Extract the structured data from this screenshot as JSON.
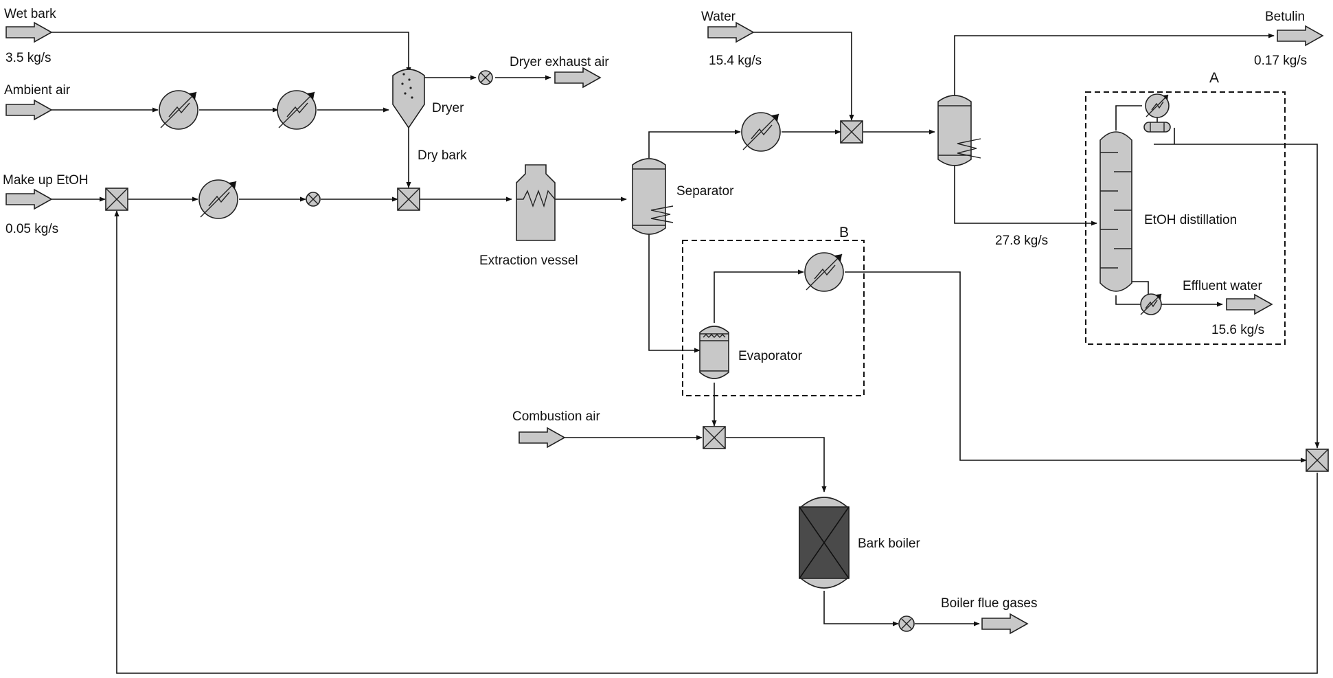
{
  "colors": {
    "line": "#111111",
    "equipment": "#c8c8c8",
    "boiler": "#4a4a4a",
    "background": "#ffffff"
  },
  "streams": {
    "wet_bark": {
      "label": "Wet bark",
      "flow": "3.5 kg/s"
    },
    "ambient_air": {
      "label": "Ambient air"
    },
    "make_up_etoh": {
      "label": "Make up EtOH",
      "flow": "0.05 kg/s"
    },
    "dryer_exhaust_air": {
      "label": "Dryer exhaust air"
    },
    "dry_bark": {
      "label": "Dry bark"
    },
    "water": {
      "label": "Water",
      "flow": "15.4 kg/s"
    },
    "betulin": {
      "label": "Betulin",
      "flow": "0.17 kg/s"
    },
    "distillation_feed": {
      "flow": "27.8 kg/s"
    },
    "effluent_water": {
      "label": "Effluent water",
      "flow": "15.6 kg/s"
    },
    "combustion_air": {
      "label": "Combustion air"
    },
    "boiler_flue_gases": {
      "label": "Boiler flue gases"
    }
  },
  "units": {
    "dryer": "Dryer",
    "extraction_vessel": "Extraction vessel",
    "separator": "Separator",
    "evaporator": "Evaporator",
    "etoh_distillation": "EtOH distillation",
    "bark_boiler": "Bark boiler"
  },
  "boxes": {
    "a": "A",
    "b": "B"
  },
  "icons": {
    "feed_arrow": "stream-arrow-icon",
    "heat_exchanger": "heat-exchanger-icon",
    "mixer": "mixer-icon",
    "valve": "valve-icon"
  }
}
